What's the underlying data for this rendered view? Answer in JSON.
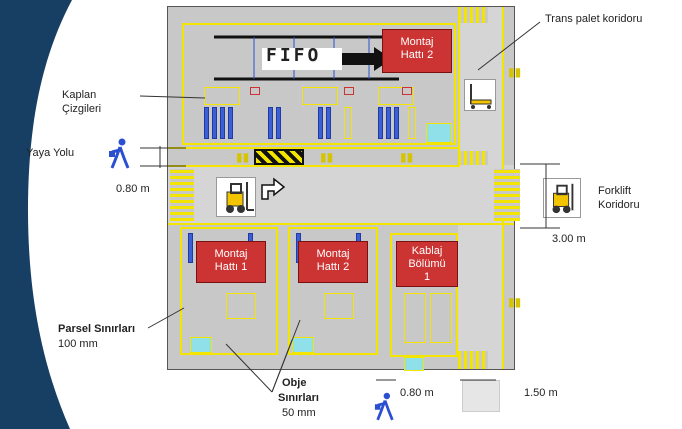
{
  "colors": {
    "floor": "#c8c8c8",
    "line": "#f3e500",
    "station": "#cc3333",
    "rack": "#3d5fd6",
    "brand": "#173f63"
  },
  "labels": {
    "trans_palet": "Trans palet koridoru",
    "kaplan_1": "Kaplan",
    "kaplan_2": "Çizgileri",
    "yaya_yolu": "Yaya Yolu",
    "dim_080_left": "0.80 m",
    "forklift_1": "Forklift",
    "forklift_2": "Koridoru",
    "dim_300": "3.00 m",
    "parsel_1": "Parsel Sınırları",
    "parsel_2": "100 mm",
    "obje_1": "Obje",
    "obje_2": "Sınırları",
    "obje_3": "50 mm",
    "dim_080_bottom": "0.80 m",
    "dim_150": "1.50 m",
    "fifo": "FIFO"
  },
  "stations": {
    "top": {
      "line1": "Montaj",
      "line2": "Hattı 2"
    },
    "mid_left": {
      "line1": "Montaj",
      "line2": "Hattı 1"
    },
    "mid_center": {
      "line1": "Montaj",
      "line2": "Hattı 2"
    },
    "mid_right": {
      "line1": "Kablaj",
      "line2": "Bölümü",
      "line3": "1"
    }
  },
  "icons": [
    "pedestrian-icon",
    "forklift-icon",
    "pallet-jack-icon",
    "hand-truck-icon",
    "footprint-icon",
    "arrow-icon"
  ]
}
